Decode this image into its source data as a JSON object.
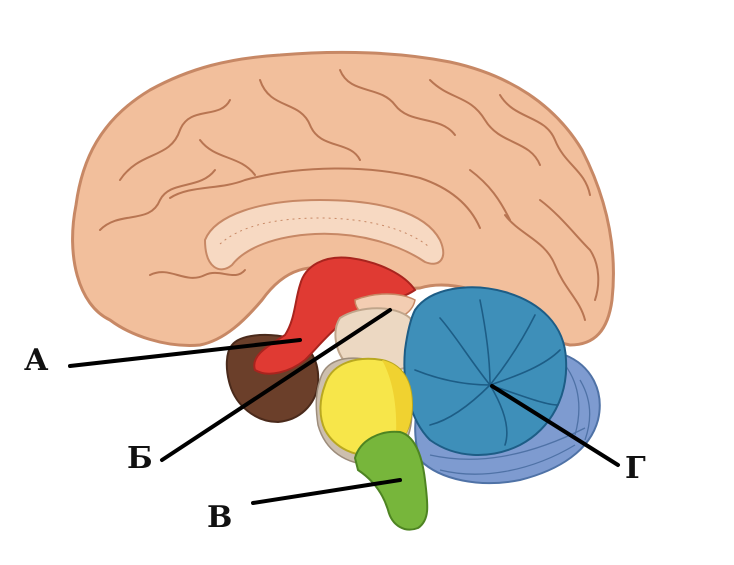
{
  "diagram": {
    "subject": "brain-sagittal-section",
    "colors": {
      "background": "#ffffff",
      "cortex": "#f2bf9c",
      "cortex_outline": "#c78865",
      "corpus_callosum": "#f7d9c2",
      "thalamus_hypothalamus": "#e03a33",
      "pineal_region": "#f3cdb2",
      "temporal_lobe": "#6b3f2a",
      "midbrain": "#ecd8c2",
      "pons": "#f7e64a",
      "medulla": "#77b63b",
      "cerebellum": "#3e8fb9",
      "cerebellum_back": "#7e9bd0",
      "leader_line": "#000000"
    },
    "labels": [
      {
        "id": "a",
        "text": "А",
        "target": "thalamus_hypothalamus"
      },
      {
        "id": "b",
        "text": "Б",
        "target": "midbrain"
      },
      {
        "id": "v",
        "text": "В",
        "target": "medulla"
      },
      {
        "id": "g",
        "text": "Г",
        "target": "cerebellum"
      }
    ]
  }
}
